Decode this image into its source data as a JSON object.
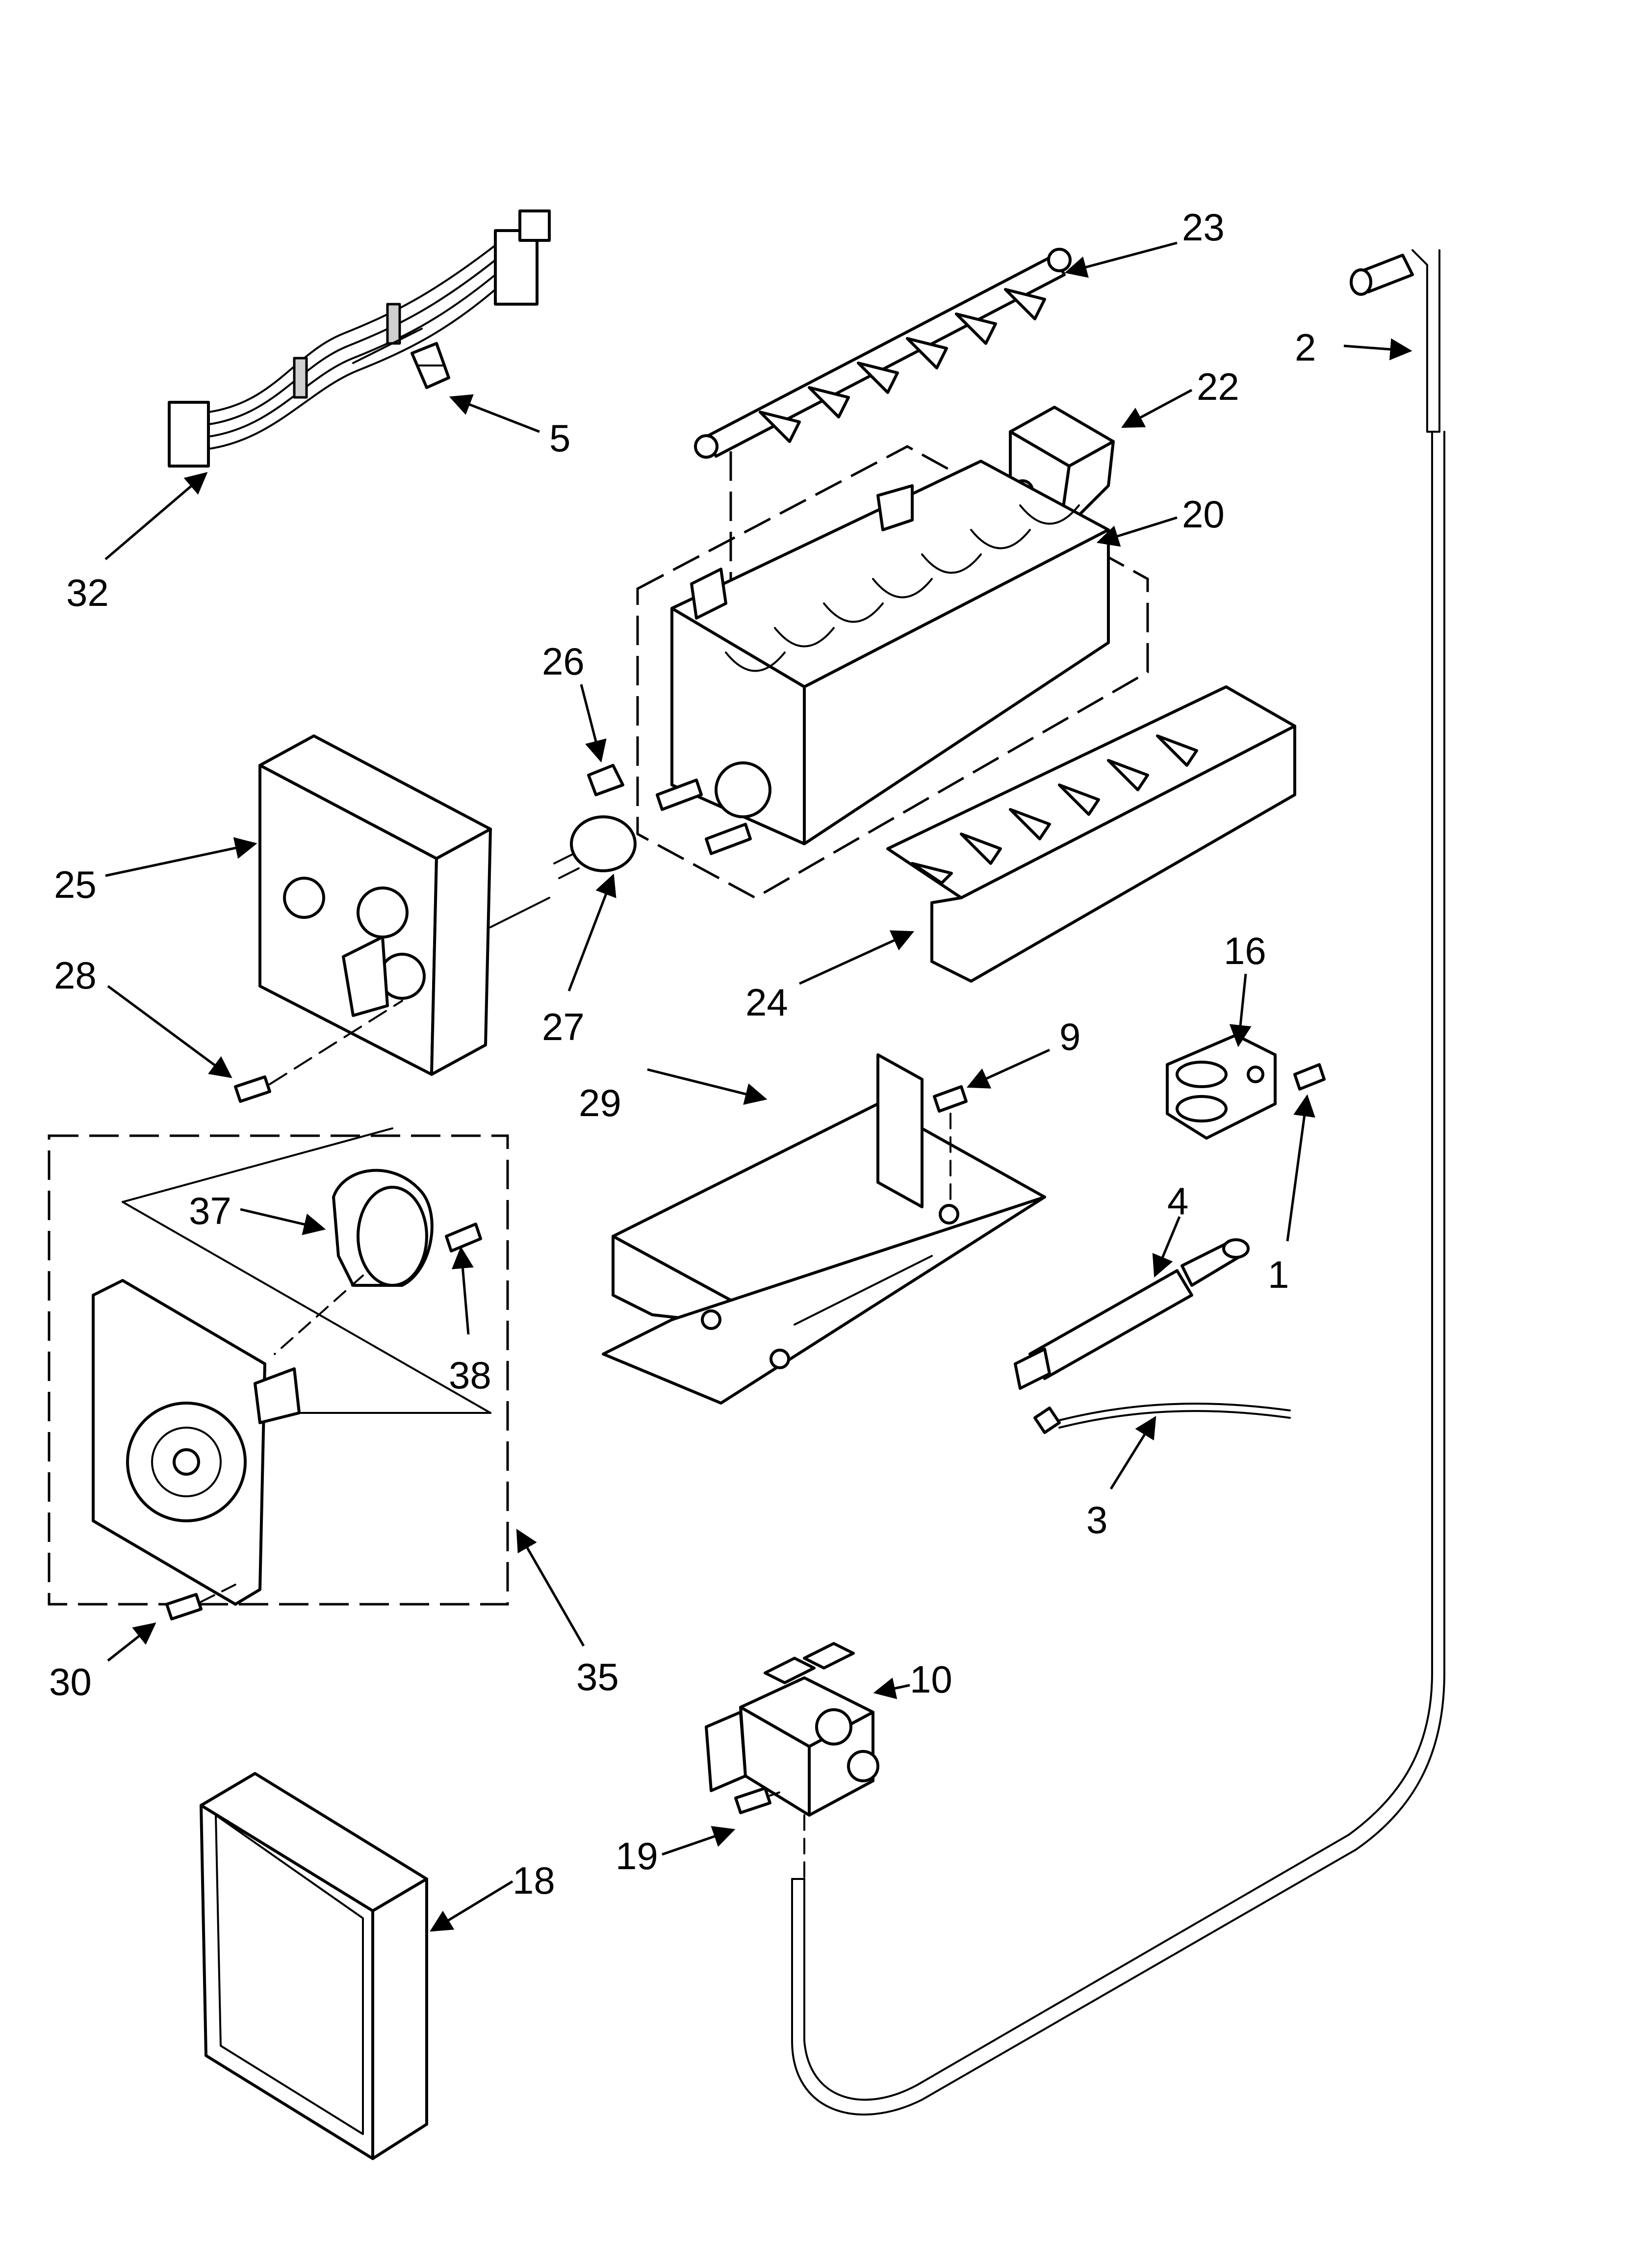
{
  "callouts": [
    {
      "id": "23",
      "label": "23"
    },
    {
      "id": "2",
      "label": "2"
    },
    {
      "id": "22",
      "label": "22"
    },
    {
      "id": "5",
      "label": "5"
    },
    {
      "id": "32",
      "label": "32"
    },
    {
      "id": "20",
      "label": "20"
    },
    {
      "id": "26",
      "label": "26"
    },
    {
      "id": "25",
      "label": "25"
    },
    {
      "id": "28",
      "label": "28"
    },
    {
      "id": "27",
      "label": "27"
    },
    {
      "id": "24",
      "label": "24"
    },
    {
      "id": "16",
      "label": "16"
    },
    {
      "id": "9",
      "label": "9"
    },
    {
      "id": "29",
      "label": "29"
    },
    {
      "id": "37",
      "label": "37"
    },
    {
      "id": "4",
      "label": "4"
    },
    {
      "id": "1",
      "label": "1"
    },
    {
      "id": "38",
      "label": "38"
    },
    {
      "id": "3",
      "label": "3"
    },
    {
      "id": "30",
      "label": "30"
    },
    {
      "id": "35",
      "label": "35"
    },
    {
      "id": "10",
      "label": "10"
    },
    {
      "id": "19",
      "label": "19"
    },
    {
      "id": "18",
      "label": "18"
    }
  ]
}
